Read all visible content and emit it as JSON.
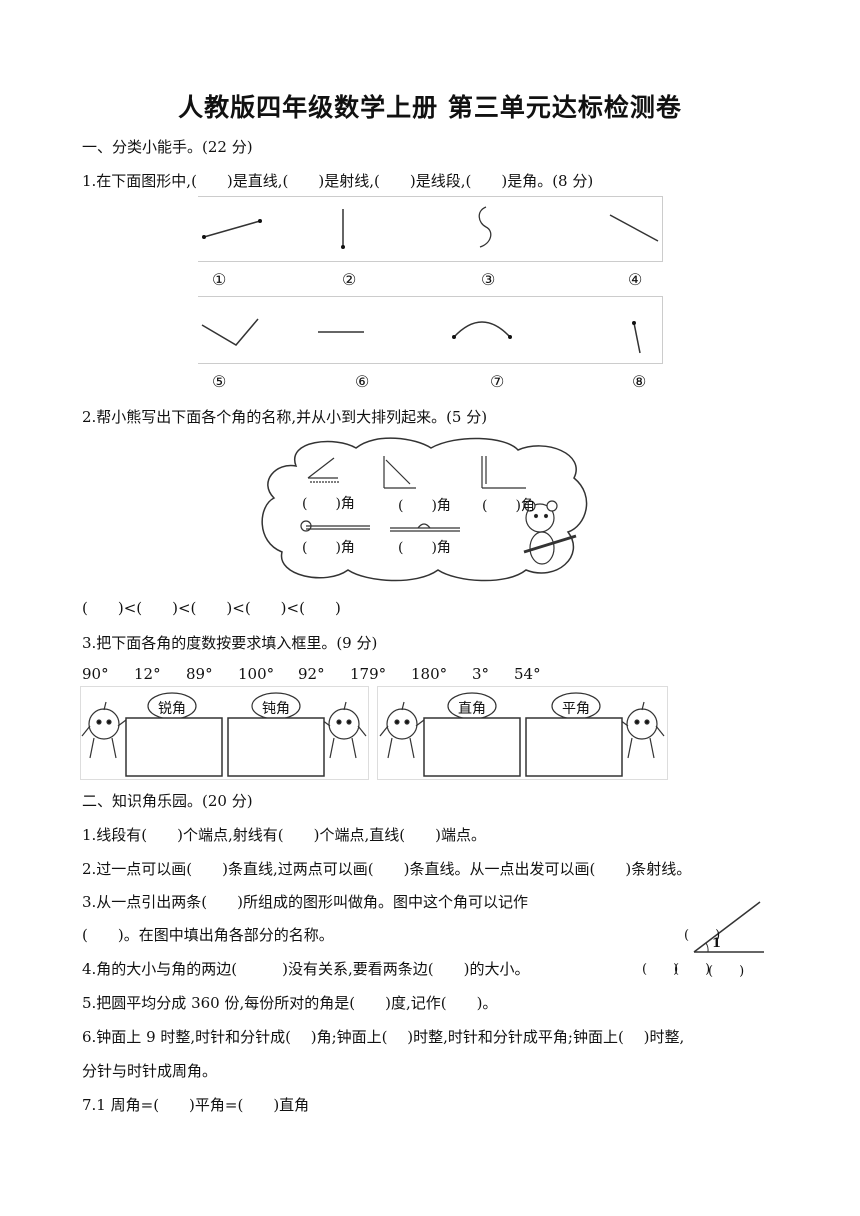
{
  "title": "人教版四年级数学上册 第三单元达标检测卷",
  "part1": {
    "heading": "一、分类小能手。(22 分)",
    "q1": {
      "text": "1.在下面图形中,(　　)是直线,(　　)是射线,(　　)是线段,(　　)是角。(8 分)",
      "labels": [
        "①",
        "②",
        "③",
        "④",
        "⑤",
        "⑥",
        "⑦",
        "⑧"
      ]
    },
    "q2": {
      "text": "2.帮小熊写出下面各个角的名称,并从小到大排列起来。(5 分)",
      "angle_blanks": [
        "(　　)角",
        "(　　)角",
        "(　　)角",
        "(　　)角",
        "(　　)角"
      ],
      "order_line": "(　　)<(　　)<(　　)<(　　)<(　　)"
    },
    "q3": {
      "text": "3.把下面各角的度数按要求填入框里。(9 分)",
      "values": [
        "90°",
        "12°",
        "89°",
        "100°",
        "92°",
        "179°",
        "180°",
        "3°",
        "54°"
      ],
      "boxes": [
        "锐角",
        "钝角",
        "直角",
        "平角"
      ]
    }
  },
  "part2": {
    "heading": "二、知识角乐园。(20 分)",
    "q1": "1.线段有(　　)个端点,射线有(　　)个端点,直线(　　)端点。",
    "q2": "2.过一点可以画(　　)条直线,过两点可以画(　　)条直线。从一点出发可以画(　　)条射线。",
    "q3_line1": "3.从一点引出两条(　　)所组成的图形叫做角。图中这个角可以记作",
    "q3_line2": "(　　)。在图中填出角各部分的名称。",
    "q4": "4.角的大小与角的两边(　　　)没有关系,要看两条边(　　)的大小。",
    "q5": "5.把圆平均分成 360 份,每份所对的角是(　　)度,记作(　　)。",
    "q6_line1": "6.钟面上 9 时整,时针和分针成(　 )角;钟面上(　 )时整,时针和分针成平角;钟面上(　 )时整,",
    "q6_line2": "分针与时针成周角。",
    "q7": "7.1 周角=(　　)平角=(　　)直角",
    "figure": {
      "angle_mark": "1",
      "blanks": [
        "(　　)",
        "(　　)",
        "(　　)",
        "(　　)"
      ]
    }
  }
}
